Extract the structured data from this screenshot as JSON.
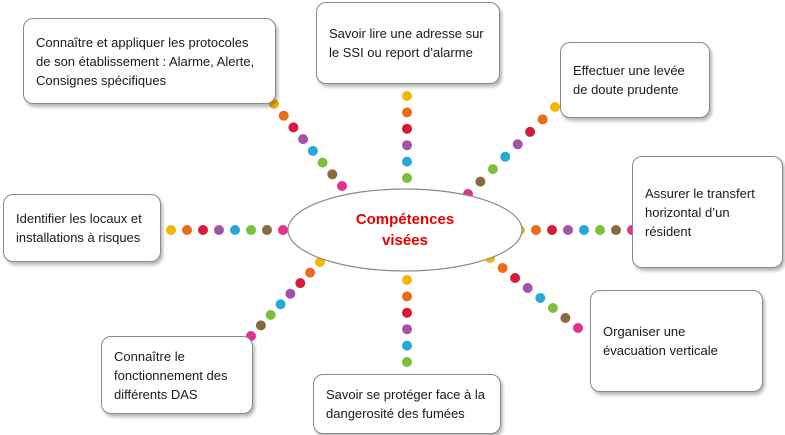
{
  "center": {
    "label": "Compétences\nvisées"
  },
  "boxes": {
    "protocoles": "Connaître et appliquer les protocoles de son établissement : Alarme, Alerte, Consignes spécifiques",
    "adresse_ssi": "Savoir lire une adresse sur le SSI ou report d’alarme",
    "levee_doute": "Effectuer une levée de doute prudente",
    "transfert": "Assurer le transfert horizontal d’un résident",
    "evacuation": "Organiser une évacuation verticale",
    "fumees": "Savoir se protéger face à la dangerosité des fumées",
    "das": "Connaître le fonctionnement des différents DAS",
    "locaux": "Identifier les locaux et installations à risques"
  },
  "colors": {
    "center_text": "#e60000",
    "dot_palette": [
      "#f2b705",
      "#ea6b1a",
      "#d7193b",
      "#a054a8",
      "#27a9d6",
      "#7bbf3a",
      "#8a6a3a",
      "#e0338e"
    ]
  }
}
